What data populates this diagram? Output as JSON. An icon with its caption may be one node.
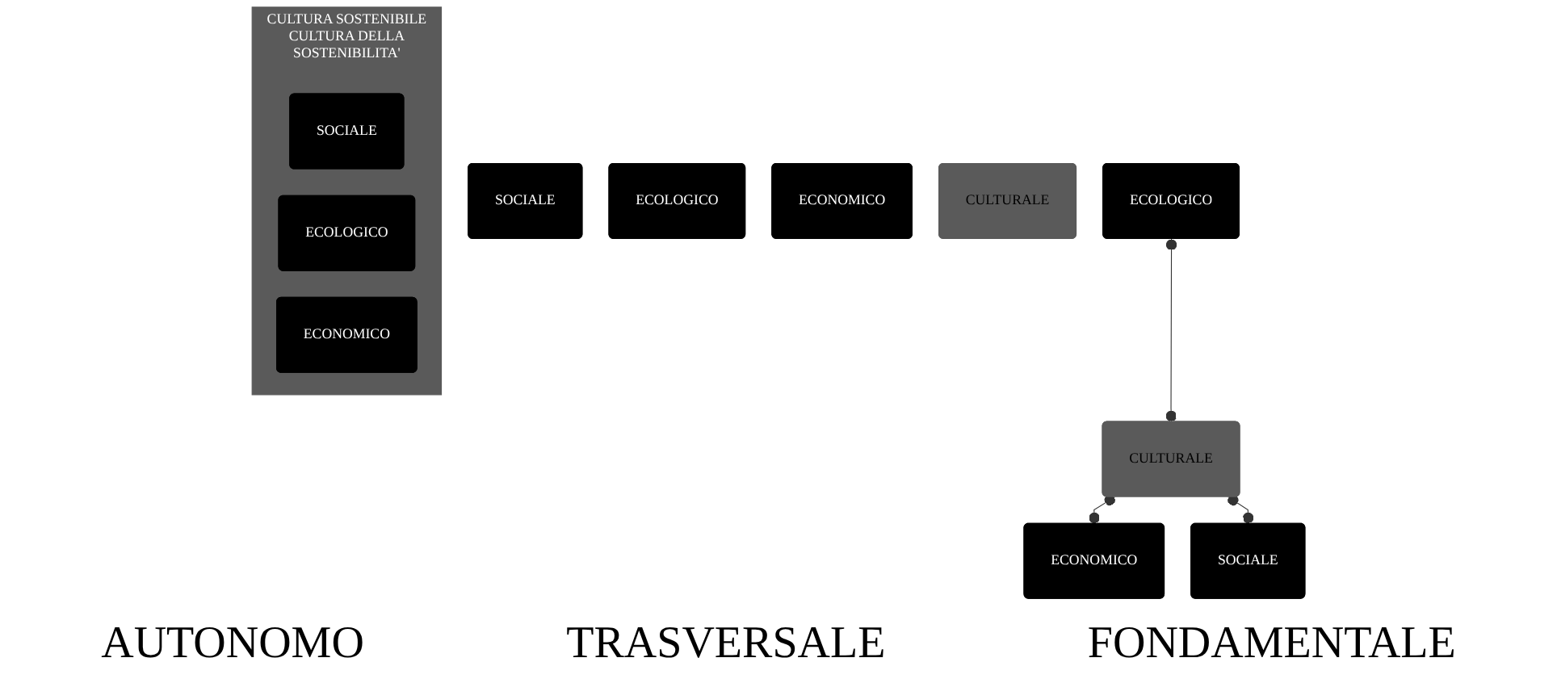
{
  "diagram": {
    "nodes": [
      {
        "text": [
          "SOCIALE"
        ]
      },
      {
        "text": [
          "ECOLOGICO"
        ]
      },
      {
        "text": [
          "ECONOMICO"
        ]
      },
      {
        "text": [
          "CULTURALE"
        ]
      },
      {
        "text": [
          "ECOLOGICO"
        ]
      },
      {
        "text": [
          "CULTURALE"
        ]
      },
      {
        "text": [
          "ECONOMICO"
        ]
      },
      {
        "text": [
          "SOCIALE"
        ]
      },
      {
        "text": [
          "CULTURA SOSTENIBILE",
          "CULTURA DELLA SOSTENIBILITA'"
        ]
      },
      {
        "text": [
          "SOCIALE"
        ],
        "in": 8
      },
      {
        "text": [
          "ECOLOGICO"
        ],
        "in": 8
      },
      {
        "text": [
          "ECONOMICO"
        ],
        "in": 8
      }
    ],
    "edges": [
      {
        "from": 4,
        "to": 5,
        "arrow": "other"
      },
      {
        "from": 5,
        "to": 6,
        "arrow": "other"
      },
      {
        "from": 5,
        "to": 7,
        "arrow": "other"
      }
    ],
    "labels": [
      "AUTONOMO",
      "TRASVERSALE",
      "FONDAMENTALE"
    ]
  }
}
